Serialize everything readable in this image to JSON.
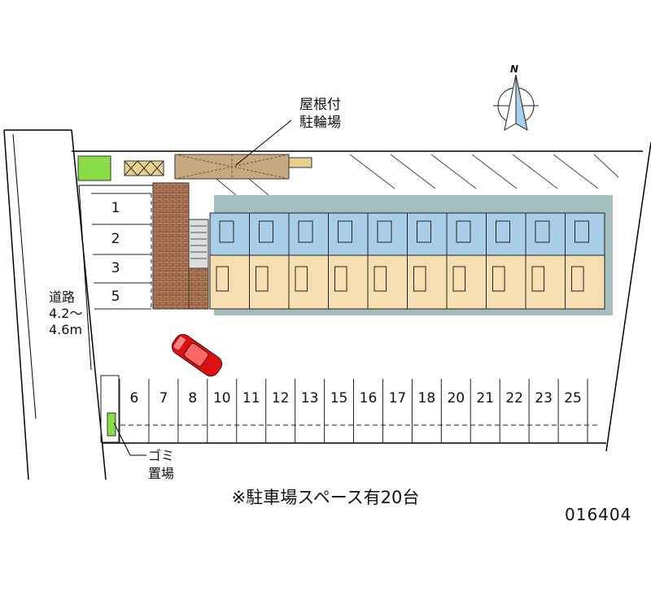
{
  "labels": {
    "road": [
      "道路",
      "4.2〜",
      "4.6m"
    ],
    "bike_parking": [
      "屋根付",
      "駐輪場"
    ],
    "garbage": [
      "ゴミ",
      "置場"
    ],
    "summary": "※駐車場スペース有20台",
    "property_code": "016404",
    "north": "N"
  },
  "parking": {
    "left_column": [
      "1",
      "2",
      "3",
      "5"
    ],
    "bottom_row": [
      "6",
      "7",
      "8",
      "10",
      "11",
      "12",
      "13",
      "15",
      "16",
      "17",
      "18",
      "20",
      "21",
      "22",
      "23",
      "25"
    ]
  },
  "colors": {
    "road_line": "#000000",
    "building_upper": "#a8cde8",
    "building_lower": "#f6deb0",
    "building_shadow": "#5a8a88",
    "bike_roof": "#c8a880",
    "brick": "#b07a5a",
    "green": "#88dd44",
    "car": "#dd1111"
  },
  "building": {
    "unit_count": 10
  }
}
